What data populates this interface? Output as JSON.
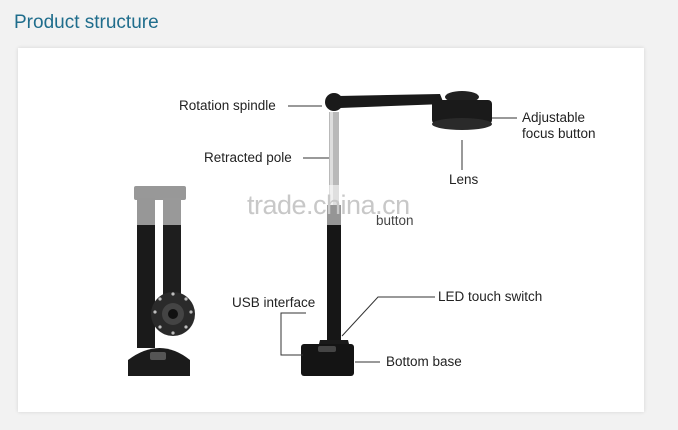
{
  "title": "Product structure",
  "labels": {
    "rotation_spindle": "Rotation spindle",
    "retracted_pole": "Retracted pole",
    "adjustable_focus_line1": "Adjustable",
    "adjustable_focus_line2": "focus button",
    "lens": "Lens",
    "usb_interface": "USB interface",
    "led_touch_switch": "LED touch switch",
    "bottom_base": "Bottom base",
    "button_fragment": "button"
  },
  "watermark": "trade.china.cn"
}
